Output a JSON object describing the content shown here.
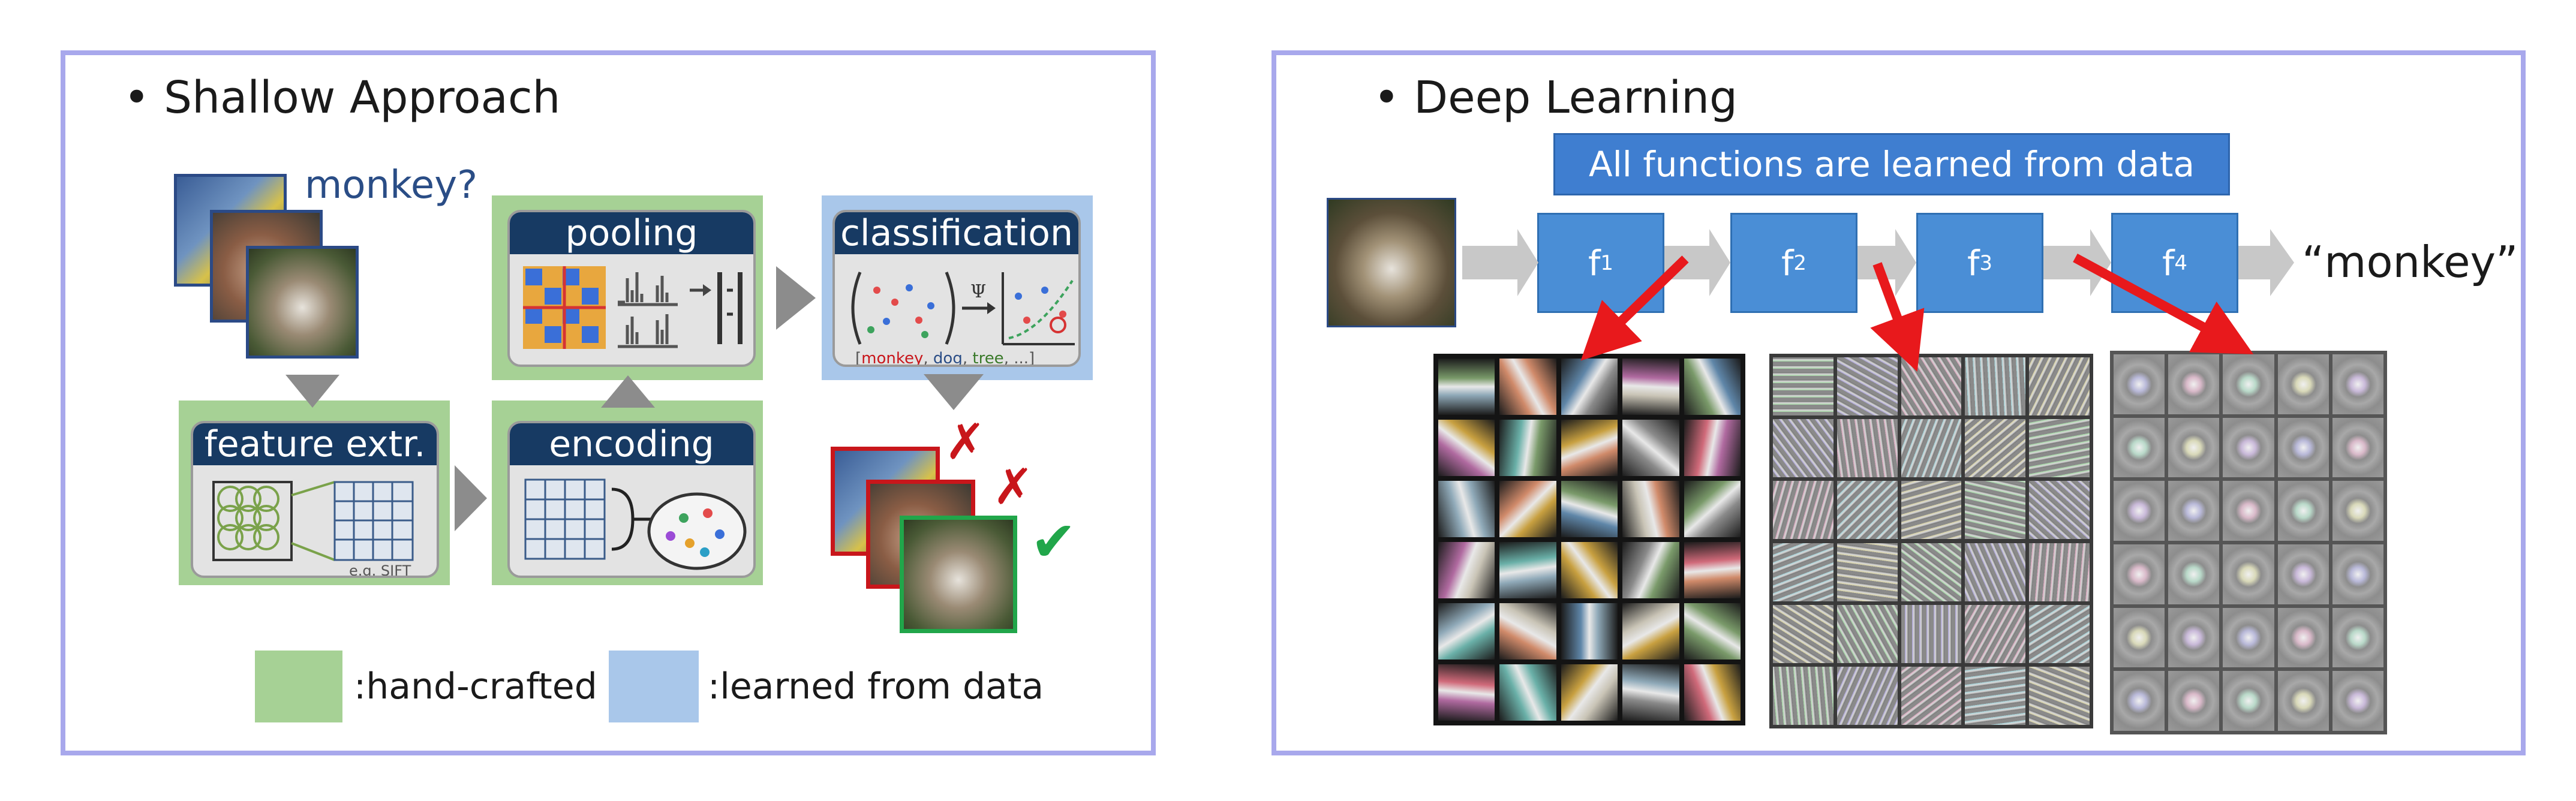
{
  "left_panel": {
    "heading": "• Shallow Approach",
    "query_label": "monkey?",
    "stages": {
      "feature_extraction": {
        "title": "feature extr.",
        "note": "e.g. SIFT"
      },
      "encoding": {
        "title": "encoding"
      },
      "pooling": {
        "title": "pooling"
      },
      "classification": {
        "title": "classification",
        "symbol": "Ψ",
        "output_list": {
          "open": "[",
          "item1": "monkey",
          "item2": "dog",
          "item3": "tree",
          "rest": "...",
          "close": "]"
        }
      }
    },
    "results": {
      "wrong_mark": "✗",
      "correct_mark": "✔"
    },
    "legend": {
      "hand_crafted": ":hand-crafted",
      "learned": ":learned from data"
    }
  },
  "right_panel": {
    "heading": "• Deep Learning",
    "banner": "All functions are learned from data",
    "functions": [
      {
        "base": "f",
        "sub": "1"
      },
      {
        "base": "f",
        "sub": "2"
      },
      {
        "base": "f",
        "sub": "3"
      },
      {
        "base": "f",
        "sub": "4"
      }
    ],
    "output_label": "“monkey”"
  },
  "colors": {
    "panel_border": "#a8a8ec",
    "hand_crafted": "#a6d195",
    "learned": "#a9c7ea",
    "stage_header": "#173a63",
    "function_box": "#4a8ed6",
    "arrow_red": "#e8191c",
    "wrong_red": "#c8161b",
    "correct_green": "#21a64a"
  }
}
